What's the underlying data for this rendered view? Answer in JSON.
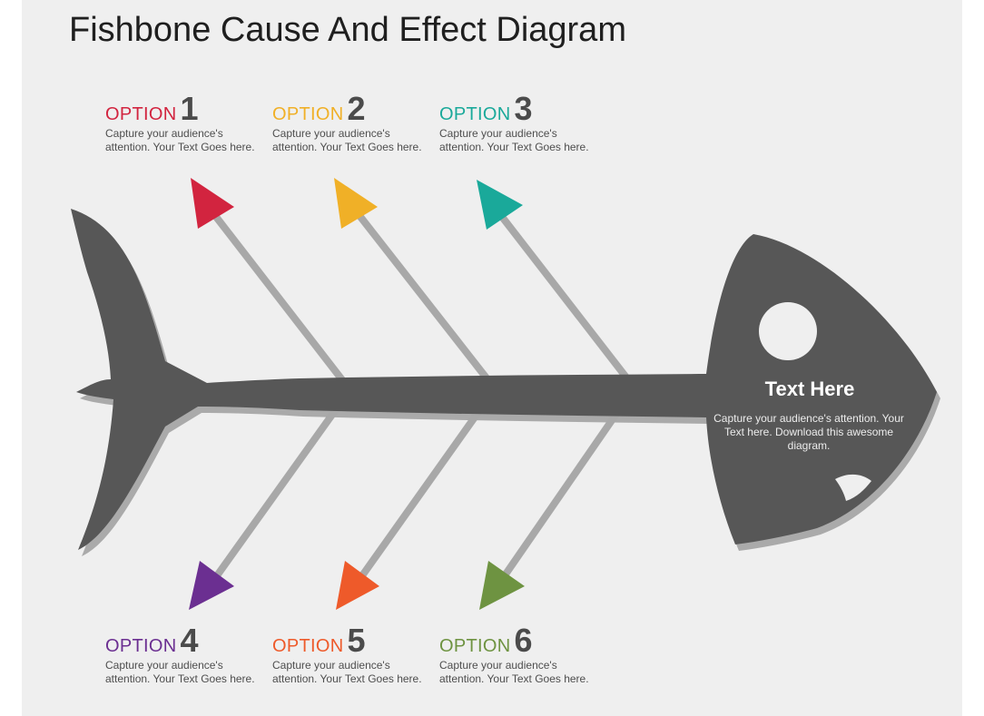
{
  "title": "Fishbone Cause And Effect Diagram",
  "head": {
    "title": "Text Here",
    "description": "Capture your audience's attention. Your Text here. Download this awesome diagram."
  },
  "options": [
    {
      "label": "OPTION",
      "number": "1",
      "description": "Capture your audience's attention. Your Text Goes here.",
      "color": "#d2243f"
    },
    {
      "label": "OPTION",
      "number": "2",
      "description": "Capture your audience's attention. Your Text Goes here.",
      "color": "#f0b027"
    },
    {
      "label": "OPTION",
      "number": "3",
      "description": "Capture your audience's attention. Your Text Goes here.",
      "color": "#1aa99a"
    },
    {
      "label": "OPTION",
      "number": "4",
      "description": "Capture your audience's attention. Your Text Goes here.",
      "color": "#6b2f91"
    },
    {
      "label": "OPTION",
      "number": "5",
      "description": "Capture your audience's attention. Your Text Goes here.",
      "color": "#ee5a2a"
    },
    {
      "label": "OPTION",
      "number": "6",
      "description": "Capture your audience's attention. Your Text Goes here.",
      "color": "#6e9341"
    }
  ],
  "colors": {
    "fish": "#575757",
    "fish_shadow": "#aaaaaa",
    "bone": "#a8a8a8",
    "background": "#efefef"
  }
}
